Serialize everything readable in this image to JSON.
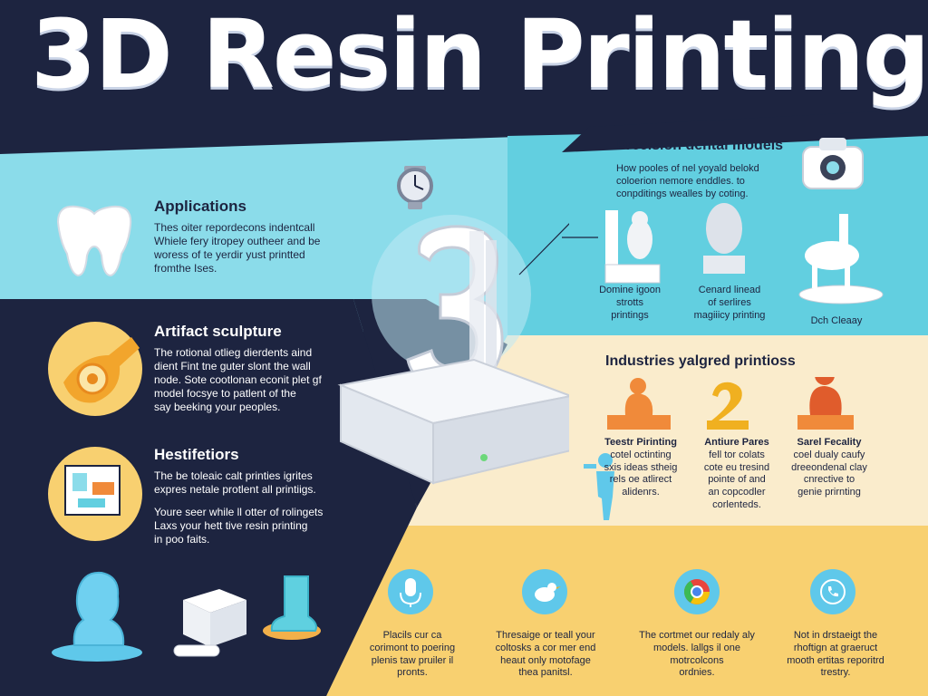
{
  "page": {
    "title": "3D Resin Printing",
    "colors": {
      "navy": "#1d2440",
      "cyan": "#5fd0e0",
      "cream": "#faeccc",
      "yellow": "#f8d070",
      "orange": "#f08a3a",
      "white": "#ffffff"
    }
  },
  "applications": {
    "heading": "Applications",
    "text": [
      "Thes oiter repordecons indentcall",
      "Whiele fery itropey outheer and be",
      "woress of te yerdir yust printted",
      "fromthe Ises."
    ]
  },
  "artifact": {
    "heading": "Artifact sculpture",
    "text": [
      "The rotional otlieg dierdents aind",
      "dient Fint tne guter slont the wall",
      "node. Sote cootlonan econit plet gf",
      "model focsye to patlent of the",
      "say beeking your peoples."
    ]
  },
  "hestifetiors": {
    "heading": "Hestifetiors",
    "text": [
      "The be toleaic calt printies igrites",
      "expres netale protlent all printiigs."
    ],
    "text2": [
      "Youre seer while ll otter of rolingets",
      "Laxs your hett tive resin printing",
      "in poo faits."
    ]
  },
  "dental": {
    "heading": "Precision dental models",
    "text": [
      "How pooles of nel yoyald belokd",
      "coloerion nemore enddles. to",
      "conpditings wealles by coting."
    ],
    "items": [
      {
        "caption": [
          "Domine igoon",
          "strotts",
          "printings"
        ]
      },
      {
        "caption": [
          "Cenard linead",
          "of serlires",
          "magiiicy printing"
        ]
      },
      {
        "caption": [
          "Dch Cleaay"
        ]
      }
    ]
  },
  "industries": {
    "heading": "Industries yalgred printioss",
    "items": [
      {
        "title": "Teestr Pirinting",
        "text": [
          "cotel octinting",
          "sxis ideas stheig",
          "rels oe atlirect",
          "alidenrs."
        ]
      },
      {
        "title": "Antiure Pares",
        "text": [
          "fell tor colats",
          "cote eu tresind",
          "pointe of and",
          "an copcodler",
          "corlenteds."
        ]
      },
      {
        "title": "Sarel Fecality",
        "text": [
          "coel dualy caufy",
          "dreeondenal clay",
          "cnrective to",
          "genie prirnting"
        ]
      }
    ]
  },
  "bottom": {
    "items": [
      {
        "icon": "microphone-icon",
        "text": [
          "Placils cur ca",
          "corimont to poering",
          "plenis taw pruiler il",
          "pronts."
        ]
      },
      {
        "icon": "bird-icon",
        "text": [
          "Thresaige or teall your",
          "coltosks a cor mer end",
          "heaut only motofage",
          "thea panitsl."
        ]
      },
      {
        "icon": "chrome-icon",
        "text": [
          "The cortmet our redaly aly",
          "models. lallgs il one",
          "motrcolcons",
          "ordnies."
        ]
      },
      {
        "icon": "phone-icon",
        "text": [
          "Not in drstaeigt the",
          "rhoftign at graeruct",
          "mooth ertitas reporitrd",
          "trestry."
        ]
      }
    ]
  }
}
